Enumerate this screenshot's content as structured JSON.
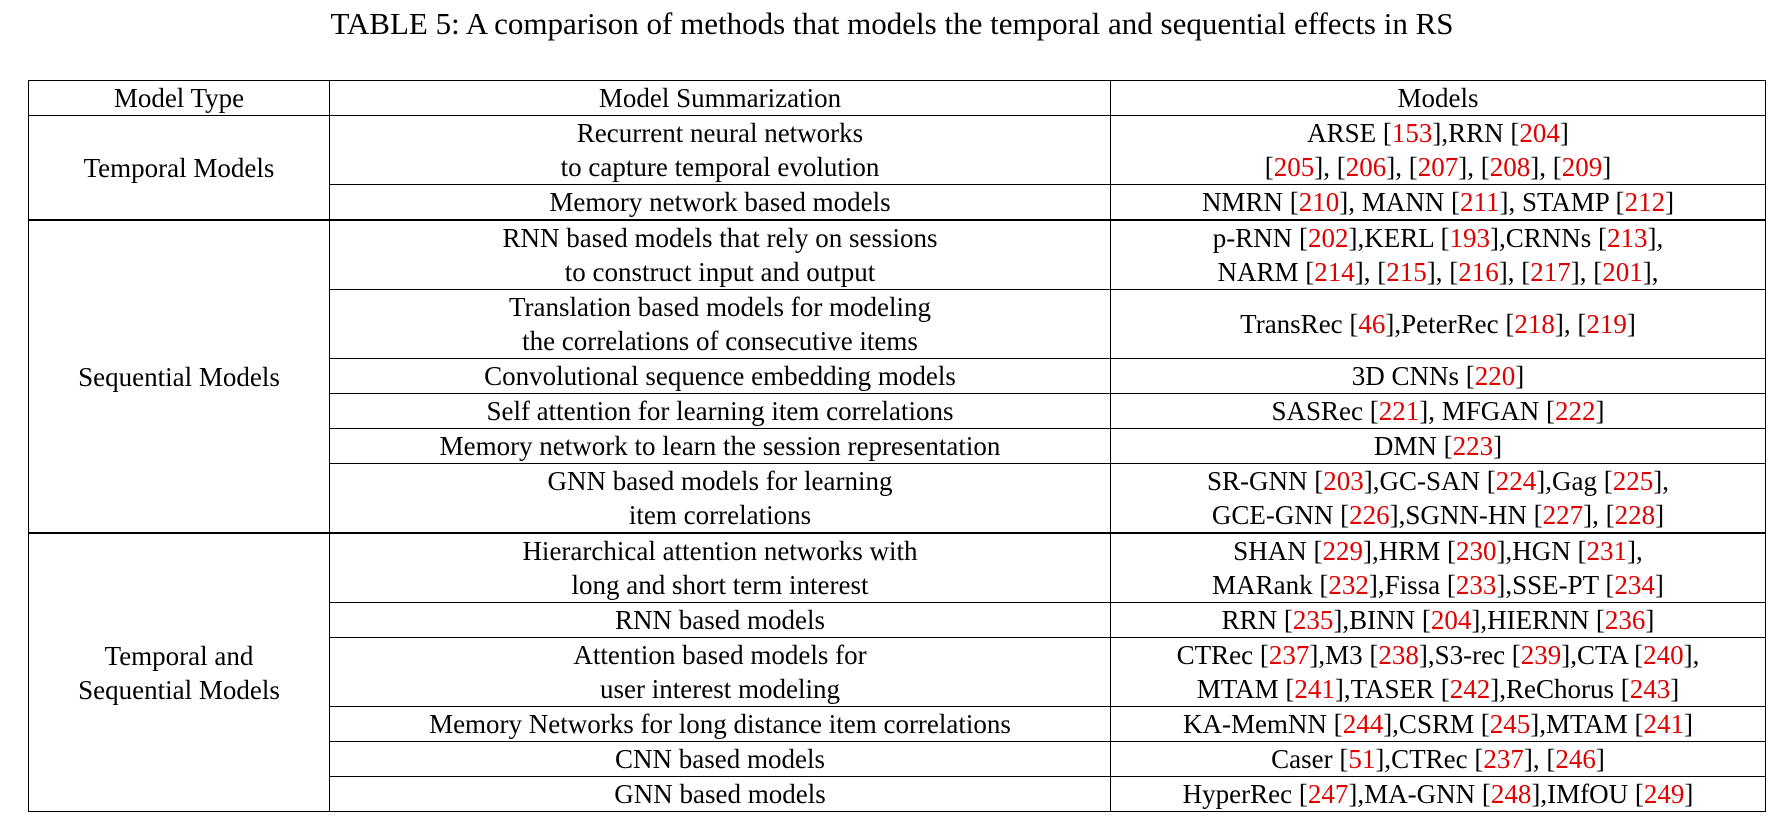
{
  "caption": "TABLE 5: A comparison of methods that models the temporal and sequential effects in RS",
  "headers": [
    "Model Type",
    "Model Summarization",
    "Models"
  ],
  "groups": [
    {
      "type_lines": [
        "Temporal Models"
      ],
      "rows": [
        {
          "summary": [
            "Recurrent neural networks",
            "to capture temporal evolution"
          ],
          "models": [
            [
              {
                "t": "ARSE ["
              },
              {
                "r": "153"
              },
              {
                "t": "],RRN ["
              },
              {
                "r": "204"
              },
              {
                "t": "]"
              }
            ],
            [
              {
                "t": "["
              },
              {
                "r": "205"
              },
              {
                "t": "], ["
              },
              {
                "r": "206"
              },
              {
                "t": "], ["
              },
              {
                "r": "207"
              },
              {
                "t": "], ["
              },
              {
                "r": "208"
              },
              {
                "t": "], ["
              },
              {
                "r": "209"
              },
              {
                "t": "]"
              }
            ]
          ]
        },
        {
          "summary": [
            "Memory network based models"
          ],
          "models": [
            [
              {
                "t": "NMRN ["
              },
              {
                "r": "210"
              },
              {
                "t": "], MANN ["
              },
              {
                "r": "211"
              },
              {
                "t": "], STAMP ["
              },
              {
                "r": "212"
              },
              {
                "t": "]"
              }
            ]
          ]
        }
      ]
    },
    {
      "type_lines": [
        "Sequential Models"
      ],
      "rows": [
        {
          "summary": [
            "RNN based models that rely on sessions",
            "to construct input and output"
          ],
          "models": [
            [
              {
                "t": "p-RNN ["
              },
              {
                "r": "202"
              },
              {
                "t": "],KERL ["
              },
              {
                "r": "193"
              },
              {
                "t": "],CRNNs ["
              },
              {
                "r": "213"
              },
              {
                "t": "],"
              }
            ],
            [
              {
                "t": "NARM ["
              },
              {
                "r": "214"
              },
              {
                "t": "], ["
              },
              {
                "r": "215"
              },
              {
                "t": "], ["
              },
              {
                "r": "216"
              },
              {
                "t": "], ["
              },
              {
                "r": "217"
              },
              {
                "t": "], ["
              },
              {
                "r": "201"
              },
              {
                "t": "],"
              }
            ]
          ]
        },
        {
          "summary": [
            "Translation based models for modeling",
            "the correlations of consecutive items"
          ],
          "models": [
            [
              {
                "t": "TransRec ["
              },
              {
                "r": "46"
              },
              {
                "t": "],PeterRec ["
              },
              {
                "r": "218"
              },
              {
                "t": "], ["
              },
              {
                "r": "219"
              },
              {
                "t": "]"
              }
            ]
          ]
        },
        {
          "summary": [
            "Convolutional sequence embedding models"
          ],
          "models": [
            [
              {
                "t": "3D CNNs ["
              },
              {
                "r": "220"
              },
              {
                "t": "]"
              }
            ]
          ]
        },
        {
          "summary": [
            "Self attention for learning item correlations"
          ],
          "models": [
            [
              {
                "t": "SASRec ["
              },
              {
                "r": "221"
              },
              {
                "t": "], MFGAN ["
              },
              {
                "r": "222"
              },
              {
                "t": "]"
              }
            ]
          ]
        },
        {
          "summary": [
            "Memory network to learn the session representation"
          ],
          "models": [
            [
              {
                "t": "DMN ["
              },
              {
                "r": "223"
              },
              {
                "t": "]"
              }
            ]
          ]
        },
        {
          "summary": [
            "GNN based models for learning",
            "item correlations"
          ],
          "models": [
            [
              {
                "t": "SR-GNN ["
              },
              {
                "r": "203"
              },
              {
                "t": "],GC-SAN ["
              },
              {
                "r": "224"
              },
              {
                "t": "],Gag ["
              },
              {
                "r": "225"
              },
              {
                "t": "],"
              }
            ],
            [
              {
                "t": "GCE-GNN ["
              },
              {
                "r": "226"
              },
              {
                "t": "],SGNN-HN ["
              },
              {
                "r": "227"
              },
              {
                "t": "], ["
              },
              {
                "r": "228"
              },
              {
                "t": "]"
              }
            ]
          ]
        }
      ]
    },
    {
      "type_lines": [
        "Temporal and",
        "Sequential Models"
      ],
      "rows": [
        {
          "summary": [
            "Hierarchical attention networks with",
            "long and short term interest"
          ],
          "models": [
            [
              {
                "t": "SHAN ["
              },
              {
                "r": "229"
              },
              {
                "t": "],HRM ["
              },
              {
                "r": "230"
              },
              {
                "t": "],HGN ["
              },
              {
                "r": "231"
              },
              {
                "t": "],"
              }
            ],
            [
              {
                "t": "MARank ["
              },
              {
                "r": "232"
              },
              {
                "t": "],Fissa ["
              },
              {
                "r": "233"
              },
              {
                "t": "],SSE-PT ["
              },
              {
                "r": "234"
              },
              {
                "t": "]"
              }
            ]
          ]
        },
        {
          "summary": [
            "RNN based models"
          ],
          "models": [
            [
              {
                "t": "RRN ["
              },
              {
                "r": "235"
              },
              {
                "t": "],BINN ["
              },
              {
                "r": "204"
              },
              {
                "t": "],HIERNN ["
              },
              {
                "r": "236"
              },
              {
                "t": "]"
              }
            ]
          ]
        },
        {
          "summary": [
            "Attention based models for",
            "user interest modeling"
          ],
          "models": [
            [
              {
                "t": "CTRec ["
              },
              {
                "r": "237"
              },
              {
                "t": "],M3 ["
              },
              {
                "r": "238"
              },
              {
                "t": "],S3-rec ["
              },
              {
                "r": "239"
              },
              {
                "t": "],CTA ["
              },
              {
                "r": "240"
              },
              {
                "t": "],"
              }
            ],
            [
              {
                "t": "MTAM ["
              },
              {
                "r": "241"
              },
              {
                "t": "],TASER ["
              },
              {
                "r": "242"
              },
              {
                "t": "],ReChorus ["
              },
              {
                "r": "243"
              },
              {
                "t": "]"
              }
            ]
          ]
        },
        {
          "summary": [
            "Memory Networks for long distance item correlations"
          ],
          "models": [
            [
              {
                "t": "KA-MemNN ["
              },
              {
                "r": "244"
              },
              {
                "t": "],CSRM ["
              },
              {
                "r": "245"
              },
              {
                "t": "],MTAM ["
              },
              {
                "r": "241"
              },
              {
                "t": "]"
              }
            ]
          ]
        },
        {
          "summary": [
            "CNN based models"
          ],
          "models": [
            [
              {
                "t": "Caser ["
              },
              {
                "r": "51"
              },
              {
                "t": "],CTRec ["
              },
              {
                "r": "237"
              },
              {
                "t": "], ["
              },
              {
                "r": "246"
              },
              {
                "t": "]"
              }
            ]
          ]
        },
        {
          "summary": [
            "GNN based models"
          ],
          "models": [
            [
              {
                "t": "HyperRec ["
              },
              {
                "r": "247"
              },
              {
                "t": "],MA-GNN ["
              },
              {
                "r": "248"
              },
              {
                "t": "],IMfOU ["
              },
              {
                "r": "249"
              },
              {
                "t": "]"
              }
            ]
          ]
        }
      ]
    }
  ]
}
